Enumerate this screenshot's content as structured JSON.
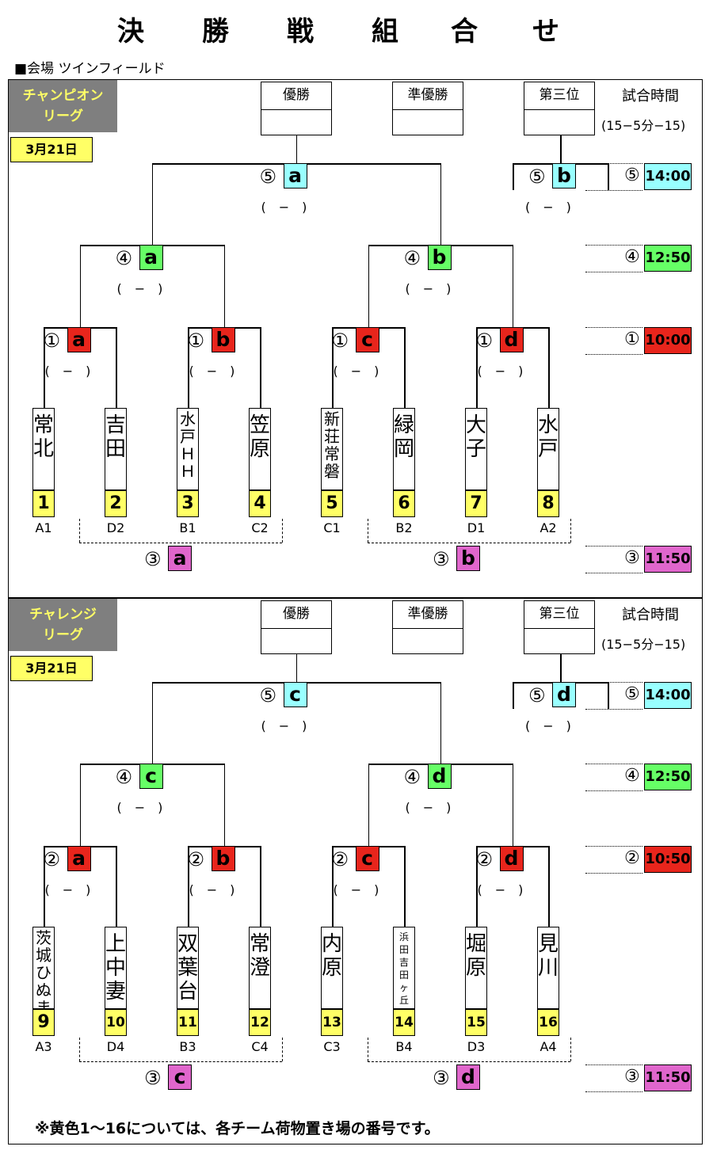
{
  "title_chars": [
    "決",
    "勝",
    "戦",
    "組",
    "合",
    "せ"
  ],
  "venue": "■会場 ツインフィールド",
  "colors": {
    "yellow": "#ffff66",
    "cyan": "#99ffff",
    "green": "#66ff66",
    "red": "#e8251c",
    "pink": "#e066cc",
    "grey": "#7f7f7f"
  },
  "leagues": [
    {
      "name_line1": "チャンピオン",
      "name_line2": "リーグ",
      "date": "3月21日",
      "rank_labels": [
        "優勝",
        "準優勝",
        "第三位"
      ],
      "time_header": "試合時間",
      "time_format": "(15−5分−15)",
      "final": {
        "round": "⑤",
        "letter": "a",
        "score": "(　−　)"
      },
      "third": {
        "round": "⑤",
        "letter": "b",
        "score": "(　−　)"
      },
      "semis": [
        {
          "round": "④",
          "letter": "a",
          "score": "(　−　)"
        },
        {
          "round": "④",
          "letter": "b",
          "score": "(　−　)"
        }
      ],
      "quarters": [
        {
          "round": "①",
          "letter": "a",
          "score": "(　−　)"
        },
        {
          "round": "①",
          "letter": "b",
          "score": "(　−　)"
        },
        {
          "round": "①",
          "letter": "c",
          "score": "(　−　)"
        },
        {
          "round": "①",
          "letter": "d",
          "score": "(　−　)"
        }
      ],
      "teams": [
        {
          "name": "常北",
          "num": "1",
          "code": "A1",
          "style": "normal"
        },
        {
          "name": "吉田",
          "num": "2",
          "code": "D2",
          "style": "normal"
        },
        {
          "name": "水戸ＨＨ",
          "num": "3",
          "code": "B1",
          "style": "small"
        },
        {
          "name": "笠原",
          "num": "4",
          "code": "C2",
          "style": "normal"
        },
        {
          "name": "新荘常磐",
          "num": "5",
          "code": "C1",
          "style": "small"
        },
        {
          "name": "緑岡",
          "num": "6",
          "code": "B2",
          "style": "normal"
        },
        {
          "name": "大子",
          "num": "7",
          "code": "D1",
          "style": "normal"
        },
        {
          "name": "水戸",
          "num": "8",
          "code": "A2",
          "style": "normal"
        }
      ],
      "consolation": [
        {
          "round": "③",
          "letter": "a"
        },
        {
          "round": "③",
          "letter": "b"
        }
      ],
      "times": [
        {
          "round": "⑤",
          "time": "14:00",
          "color": "cyan"
        },
        {
          "round": "④",
          "time": "12:50",
          "color": "green"
        },
        {
          "round": "①",
          "time": "10:00",
          "color": "red"
        },
        {
          "round": "③",
          "time": "11:50",
          "color": "pink"
        }
      ]
    },
    {
      "name_line1": "チャレンジ",
      "name_line2": "リーグ",
      "date": "3月21日",
      "rank_labels": [
        "優勝",
        "準優勝",
        "第三位"
      ],
      "time_header": "試合時間",
      "time_format": "(15−5分−15)",
      "final": {
        "round": "⑤",
        "letter": "c",
        "score": "(　−　)"
      },
      "third": {
        "round": "⑤",
        "letter": "d",
        "score": "(　−　)"
      },
      "semis": [
        {
          "round": "④",
          "letter": "c",
          "score": "(　−　)"
        },
        {
          "round": "④",
          "letter": "d",
          "score": "(　−　)"
        }
      ],
      "quarters": [
        {
          "round": "②",
          "letter": "a",
          "score": "(　−　)"
        },
        {
          "round": "②",
          "letter": "b",
          "score": "(　−　)"
        },
        {
          "round": "②",
          "letter": "c",
          "score": "(　−　)"
        },
        {
          "round": "②",
          "letter": "d",
          "score": "(　−　)"
        }
      ],
      "teams": [
        {
          "name": "茨城ひぬま",
          "num": "9",
          "code": "A3",
          "style": "small"
        },
        {
          "name": "上中妻",
          "num": "10",
          "code": "D4",
          "style": "normal"
        },
        {
          "name": "双葉台",
          "num": "11",
          "code": "B3",
          "style": "normal"
        },
        {
          "name": "常澄",
          "num": "12",
          "code": "C4",
          "style": "normal"
        },
        {
          "name": "内原",
          "num": "13",
          "code": "C3",
          "style": "normal"
        },
        {
          "name": "浜田吉田ヶ丘",
          "num": "14",
          "code": "B4",
          "style": "tiny"
        },
        {
          "name": "堀原",
          "num": "15",
          "code": "D3",
          "style": "normal"
        },
        {
          "name": "見川",
          "num": "16",
          "code": "A4",
          "style": "normal"
        }
      ],
      "consolation": [
        {
          "round": "③",
          "letter": "c"
        },
        {
          "round": "③",
          "letter": "d"
        }
      ],
      "times": [
        {
          "round": "⑤",
          "time": "14:00",
          "color": "cyan"
        },
        {
          "round": "④",
          "time": "12:50",
          "color": "green"
        },
        {
          "round": "②",
          "time": "10:50",
          "color": "red"
        },
        {
          "round": "③",
          "time": "11:50",
          "color": "pink"
        }
      ]
    }
  ],
  "note": "※黄色1〜16については、各チーム荷物置き場の番号です。"
}
